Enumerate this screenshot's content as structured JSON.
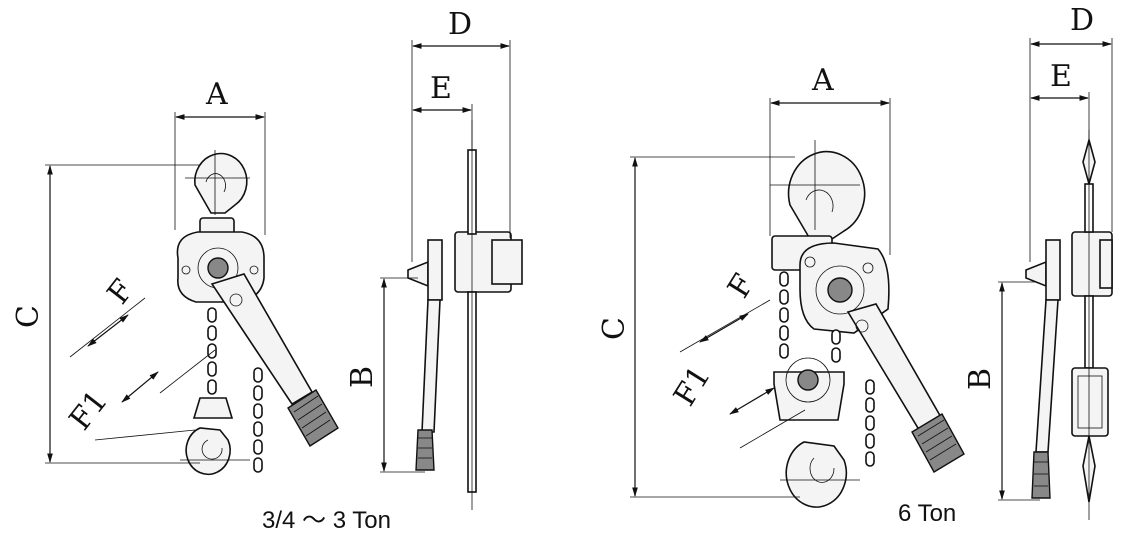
{
  "dimension_labels": {
    "a": "A",
    "b": "B",
    "c": "C",
    "d": "D",
    "e": "E",
    "f": "F",
    "f1": "F1"
  },
  "captions": {
    "small_model": "3/4 ～ 3 Ton",
    "large_model": "6 Ton"
  },
  "colors": {
    "line": "#111111",
    "background": "#ffffff"
  }
}
